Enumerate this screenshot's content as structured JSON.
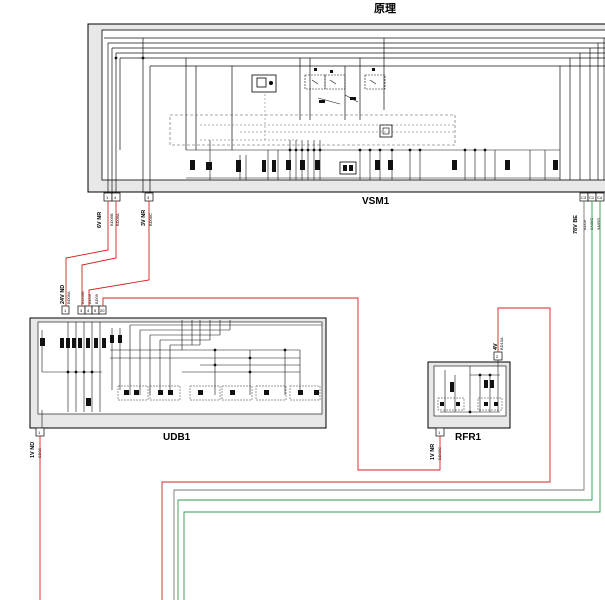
{
  "title": "原理",
  "modules": {
    "vsm": "VSM1",
    "udb": "UDB1",
    "rfr": "RFR1"
  },
  "connectors": {
    "vsm_left": {
      "label": "6V NR",
      "code1": "BD09B",
      "code2": "BD09A",
      "pin1": "1",
      "pin2": "4"
    },
    "vsm_mid": {
      "label": "3V NR",
      "code": "BD09C",
      "pin": "3"
    },
    "vsm_right": {
      "label": "78V BE",
      "code1": "BD09",
      "code2": "9A09C",
      "code3": "9A09D",
      "pin1": "C3",
      "pin2": "C1",
      "pin3": "C4"
    },
    "udb_top": {
      "label": "24V ND",
      "code1": "BD09A",
      "code2": "BD09B",
      "code3": "BD09",
      "code4": "BD09",
      "pins": [
        "1",
        "3",
        "4",
        "5",
        "20"
      ]
    },
    "udb_bottom": {
      "label": "1V ND",
      "code": "BD09",
      "pin": "1"
    },
    "rfr_top": {
      "label": "4V",
      "code": "BD10A",
      "pin": "2"
    },
    "rfr_bottom": {
      "label": "1V NR",
      "code": "BD09C",
      "pin": "1"
    }
  },
  "colors": {
    "wire_black": "#111111",
    "wire_red": "#d42020",
    "wire_green": "#2f9a4a",
    "wire_gray": "#8a8a8a",
    "module_fill": "#e8e8e8"
  }
}
